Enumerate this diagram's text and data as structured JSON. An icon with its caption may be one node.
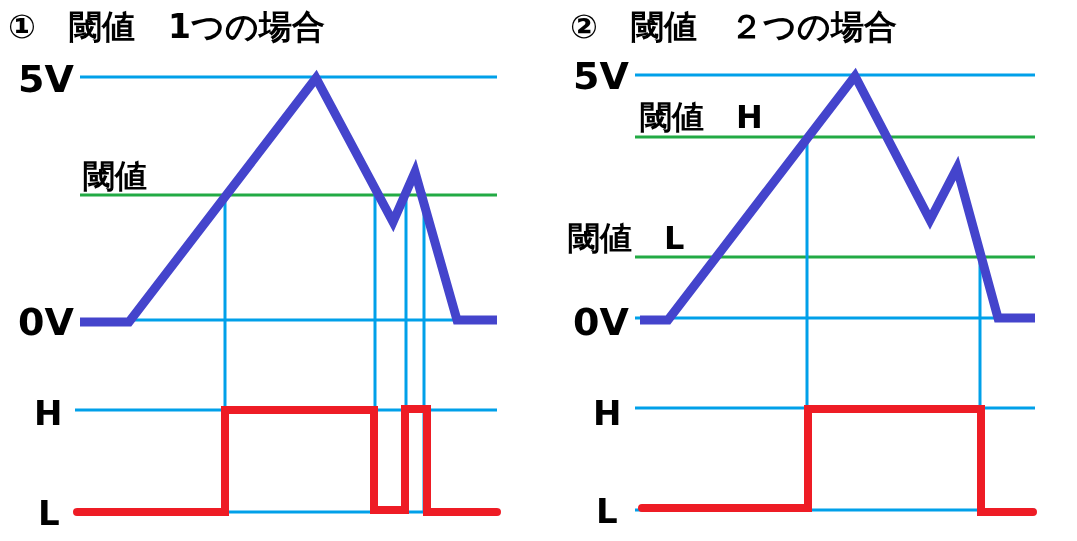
{
  "diagram": {
    "labels": [
      "①　閾値　1つの場合",
      "5V",
      "閾値",
      "0V",
      "H",
      "L",
      "②　閾値　２つの場合",
      "5V",
      "閾値　H",
      "閾値　L",
      "0V",
      "H",
      "L"
    ]
  }
}
